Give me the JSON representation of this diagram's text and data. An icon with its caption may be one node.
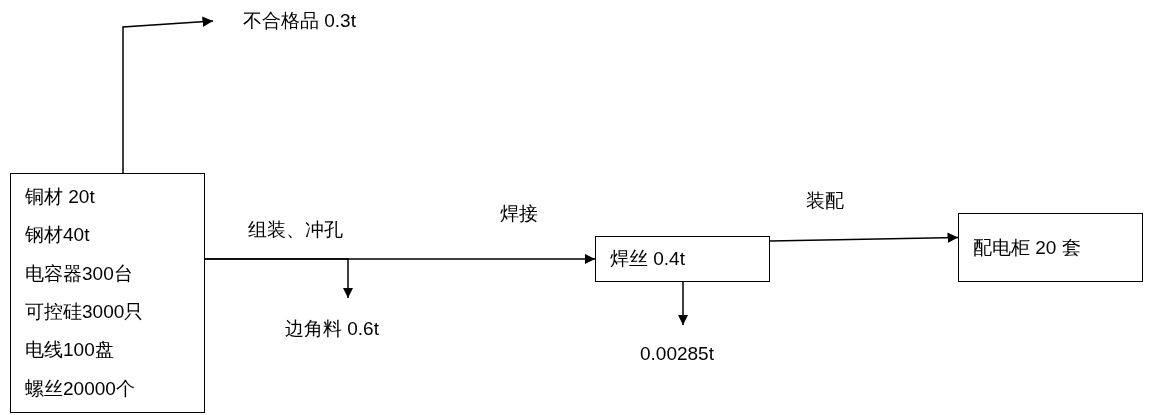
{
  "diagram": {
    "nodes": [
      {
        "text": [
          "铜材 20t",
          "钢材40t",
          "电容器300台",
          "可控硅3000只",
          "电线100盘",
          "螺丝20000个"
        ]
      },
      {
        "text": [
          "不合格品 0.3t"
        ]
      },
      {
        "text": [
          "边角料 0.6t"
        ]
      },
      {
        "text": [
          "焊丝 0.4t"
        ]
      },
      {
        "text": [
          "0.00285t"
        ]
      },
      {
        "text": [
          "配电柜 20 套"
        ]
      }
    ],
    "edges": [
      {
        "from": 0,
        "to": 1,
        "arrow": "to"
      },
      {
        "from": 0,
        "to": 3,
        "arrow": "to",
        "label": "组装、冲孔"
      },
      {
        "from": 0,
        "to": 2,
        "arrow": "to"
      },
      {
        "from": 3,
        "to": 4,
        "arrow": "to"
      },
      {
        "from": 3,
        "to": 5,
        "arrow": "to",
        "label": "装配"
      }
    ],
    "labels": [
      "焊接"
    ]
  }
}
